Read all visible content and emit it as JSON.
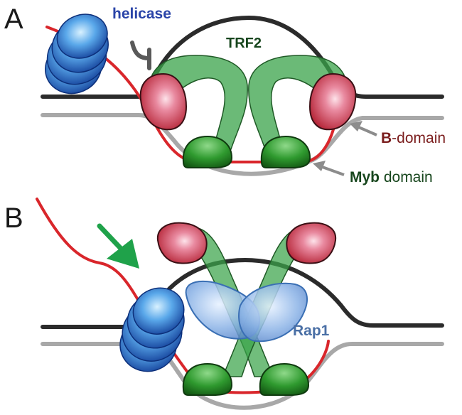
{
  "panel_a": {
    "letter": "A",
    "helicase_label": "helicase",
    "trf2_label": "TRF2",
    "bdomain_label_bold": "B",
    "bdomain_label_rest": "-domain",
    "myb_label_bold": "Myb",
    "myb_label_rest": " domain"
  },
  "panel_b": {
    "letter": "B",
    "rap1_label": "Rap1"
  },
  "colors": {
    "dna_dark": "#2b2b2b",
    "dna_light": "#a8a8a8",
    "ssdna_red": "#d9262b",
    "trf2_green": "#3aa34a",
    "bdomain_red": "#c93a44",
    "myb_green": "#2e8a2e",
    "helicase_blue": "#2b6cc4",
    "rap1_blue": "#7aa6e0",
    "arrow_grey": "#8c8c8c",
    "arrow_green": "#1fa24a"
  },
  "icons": {
    "inhibition": "blunt-arrow-icon",
    "recruitment": "green-arrow-icon",
    "pointer": "grey-arrow-icon"
  }
}
